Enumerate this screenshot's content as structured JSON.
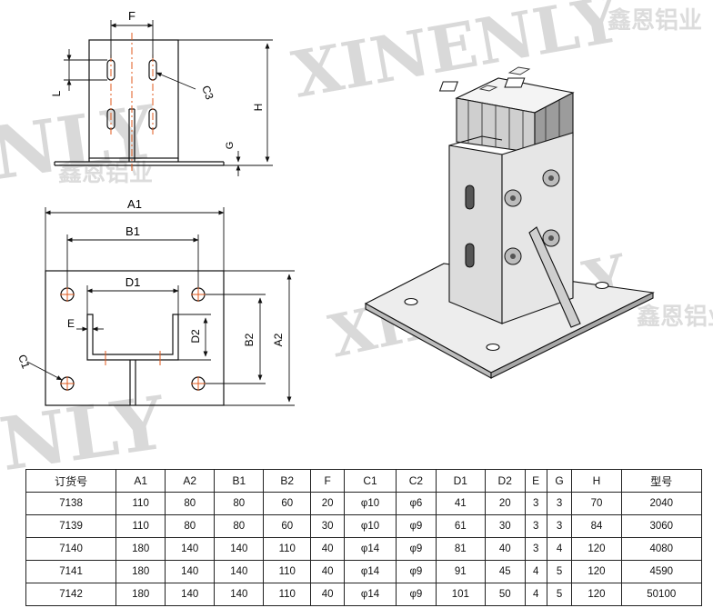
{
  "drawing": {
    "labels": {
      "F": "F",
      "L": "L",
      "C3": "C3",
      "H": "H",
      "G": "G",
      "A1": "A1",
      "B1": "B1",
      "D1": "D1",
      "E": "E",
      "D2": "D2",
      "B2": "B2",
      "A2": "A2",
      "C1": "C1"
    }
  },
  "watermark": {
    "latin": "XINENLY",
    "chinese": "鑫恩铝业"
  },
  "colors": {
    "line": "#111111",
    "center": "#e05a1e",
    "metal": "#e8e8e8",
    "shade": "#9a9a9a"
  },
  "table": {
    "headers": [
      "订货号",
      "A1",
      "A2",
      "B1",
      "B2",
      "F",
      "C1",
      "C2",
      "D1",
      "D2",
      "E",
      "G",
      "H",
      "型号"
    ],
    "rows": [
      [
        "7138",
        "110",
        "80",
        "80",
        "60",
        "20",
        "φ10",
        "φ6",
        "41",
        "20",
        "3",
        "3",
        "70",
        "2040"
      ],
      [
        "7139",
        "110",
        "80",
        "80",
        "60",
        "30",
        "φ10",
        "φ9",
        "61",
        "30",
        "3",
        "3",
        "84",
        "3060"
      ],
      [
        "7140",
        "180",
        "140",
        "140",
        "110",
        "40",
        "φ14",
        "φ9",
        "81",
        "40",
        "3",
        "4",
        "120",
        "4080"
      ],
      [
        "7141",
        "180",
        "140",
        "140",
        "110",
        "40",
        "φ14",
        "φ9",
        "91",
        "45",
        "4",
        "5",
        "120",
        "4590"
      ],
      [
        "7142",
        "180",
        "140",
        "140",
        "110",
        "40",
        "φ14",
        "φ9",
        "101",
        "50",
        "4",
        "5",
        "120",
        "50100"
      ]
    ]
  }
}
